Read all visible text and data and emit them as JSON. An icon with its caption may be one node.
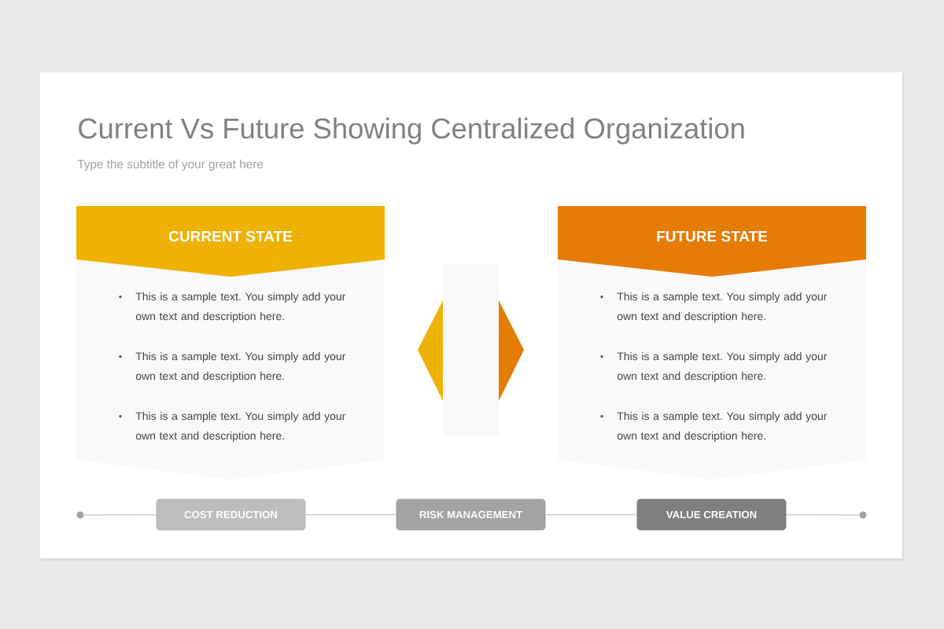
{
  "diagram": {
    "title": "Current Vs Future Showing Centralized Organization",
    "nodes": [
      {
        "text": [
          "CURRENT STATE",
          "This is a sample text. You simply add your own text and description here.",
          "This is a sample text. You simply add your own text and description here.",
          "This is a sample text. You simply add your own text and description here."
        ]
      },
      {
        "text": [
          "FUTURE STATE",
          "This is a sample text. You simply add your own text and description here.",
          "This is a sample text. You simply add your own text and description here.",
          "This is a sample text. You simply add your own text and description here."
        ]
      },
      {
        "text": [],
        "shape": "circle"
      },
      {
        "text": [
          "COST REDUCTION"
        ]
      },
      {
        "text": [
          "RISK MANAGEMENT"
        ]
      },
      {
        "text": [
          "VALUE CREATION"
        ]
      },
      {
        "text": [],
        "shape": "circle"
      }
    ],
    "edges": [
      {
        "from": 2,
        "to": 3,
        "arrow": "none"
      },
      {
        "from": 3,
        "to": 4,
        "arrow": "none"
      },
      {
        "from": 4,
        "to": 5,
        "arrow": "none"
      },
      {
        "from": 5,
        "to": 6,
        "arrow": "none"
      }
    ],
    "labels": [
      "Type the subtitle of your great here"
    ]
  }
}
